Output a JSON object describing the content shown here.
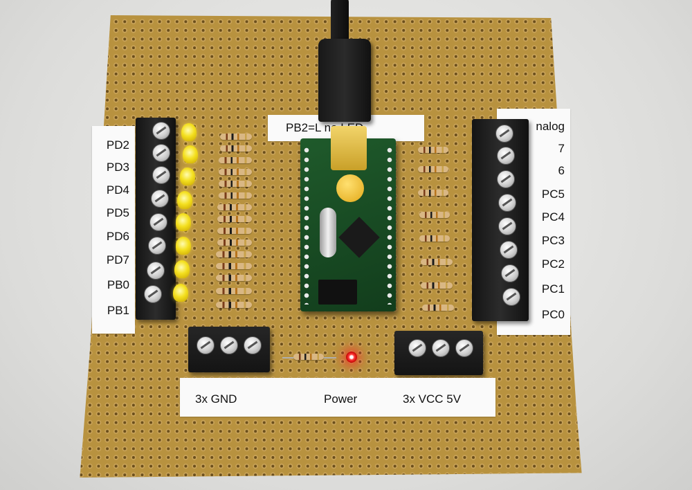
{
  "photo": {
    "left_pin_labels": [
      "PD2",
      "PD3",
      "PD4",
      "PD5",
      "PD6",
      "PD7",
      "PB0",
      "PB1"
    ],
    "right_pin_labels": [
      "nalog",
      "7",
      "6",
      "PC5",
      "PC4",
      "PC3",
      "PC2",
      "PC1",
      "PC0"
    ],
    "top_label": "PB2=L        ne LED",
    "bottom_labels": {
      "gnd": "3x GND",
      "power": "Power",
      "vcc": "3x VCC 5V"
    }
  }
}
